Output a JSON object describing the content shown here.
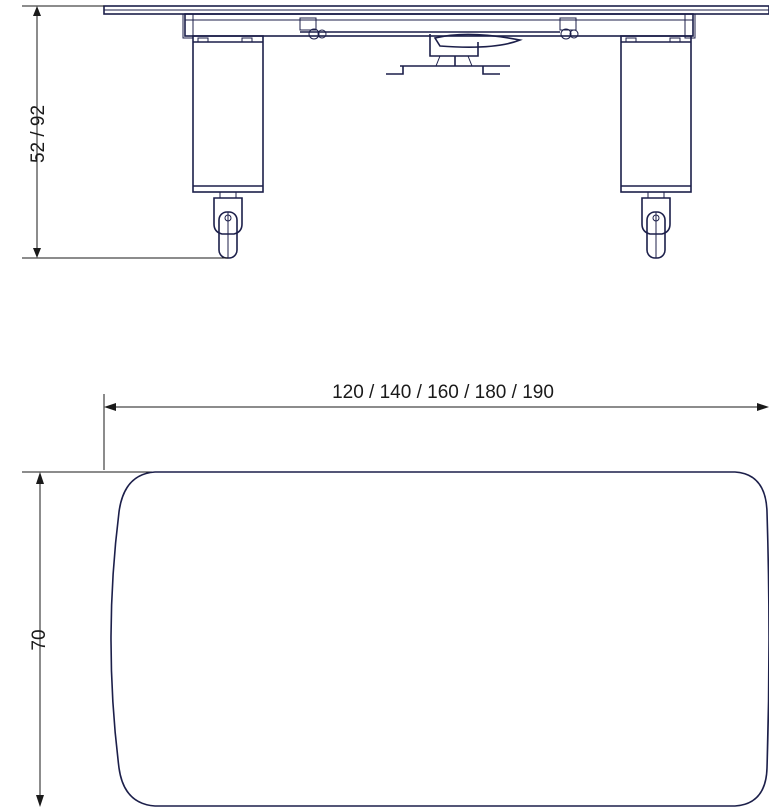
{
  "side_view": {
    "height_label": "52 / 92"
  },
  "top_view": {
    "length_label": "120 / 140 / 160 / 180 / 190",
    "width_label": "70"
  },
  "colors": {
    "outline": "#1c1f4a",
    "dimension": "#1a1a1a",
    "background": "#ffffff"
  }
}
